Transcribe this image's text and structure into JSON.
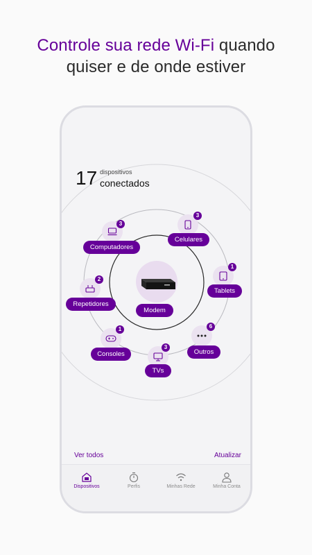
{
  "headline": {
    "accent": "Controle sua rede Wi-Fi",
    "rest_line1": " quando",
    "line2": "quiser e de onde estiver"
  },
  "summary": {
    "count": "17",
    "label_small": "dispositivos",
    "label_big": "conectados"
  },
  "center": {
    "label": "Modem"
  },
  "devices": [
    {
      "name": "Computadores",
      "count": "3",
      "icon": "monitor-icon"
    },
    {
      "name": "Celulares",
      "count": "3",
      "icon": "smartphone-icon"
    },
    {
      "name": "Tablets",
      "count": "1",
      "icon": "tablet-icon"
    },
    {
      "name": "Repetidores",
      "count": "2",
      "icon": "router-icon"
    },
    {
      "name": "Consoles",
      "count": "1",
      "icon": "gamepad-icon"
    },
    {
      "name": "TVs",
      "count": "3",
      "icon": "tv-icon"
    },
    {
      "name": "Outros",
      "count": "6",
      "icon": "more-dots-icon"
    }
  ],
  "links": {
    "see_all": "Ver todos",
    "refresh": "Atualizar"
  },
  "tabbar": [
    {
      "label": "Dispositivos",
      "icon": "devices-home-icon",
      "active": true
    },
    {
      "label": "Perfis",
      "icon": "timer-icon",
      "active": false
    },
    {
      "label": "Minhas Rede",
      "icon": "wifi-icon",
      "active": false
    },
    {
      "label": "Minha Conta",
      "icon": "user-icon",
      "active": false
    }
  ],
  "colors": {
    "accent": "#660099",
    "accent_light": "#ebe2f0",
    "background": "#fafafa"
  }
}
